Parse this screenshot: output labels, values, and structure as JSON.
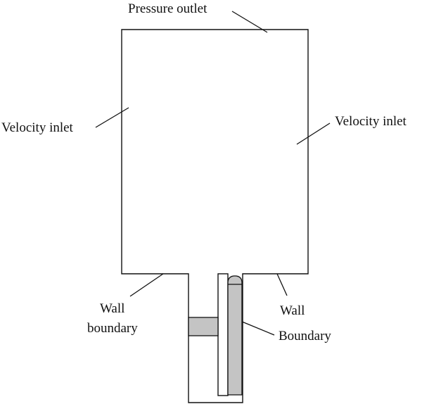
{
  "labels": {
    "pressure_outlet": "Pressure outlet",
    "velocity_inlet_left": "Velocity inlet",
    "velocity_inlet_right": "Velocity inlet",
    "wall_left_line1": "Wall",
    "wall_left_line2": "boundary",
    "wall_right": "Wall",
    "boundary": "Boundary"
  },
  "colors": {
    "outline": "#111111",
    "solid_fill": "#c4c4c4",
    "background": "#ffffff"
  }
}
